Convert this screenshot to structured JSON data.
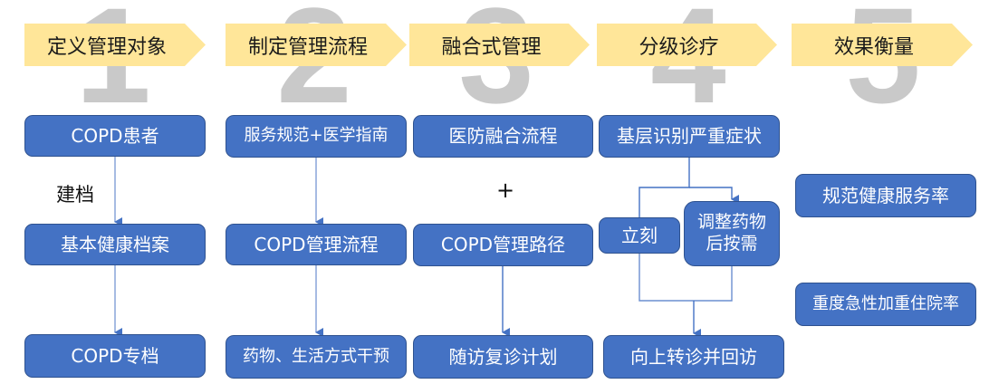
{
  "steps": [
    {
      "number": "1",
      "title": "定义管理对象"
    },
    {
      "number": "2",
      "title": "制定管理流程"
    },
    {
      "number": "3",
      "title": "融合式管理"
    },
    {
      "number": "4",
      "title": "分级诊疗"
    },
    {
      "number": "5",
      "title": "效果衡量"
    }
  ],
  "column1": {
    "top": "COPD患者",
    "edge_label": "建档",
    "middle": "基本健康档案",
    "bottom": "COPD专档"
  },
  "column2": {
    "top": "服务规范+医学指南",
    "middle": "COPD管理流程",
    "bottom": "药物、生活方式干预"
  },
  "column3": {
    "top": "医防融合流程",
    "operator": "+",
    "middle": "COPD管理路径",
    "bottom": "随访复诊计划"
  },
  "column4": {
    "top": "基层识别严重症状",
    "branch_left": "立刻",
    "branch_right": "调整药物\n后按需",
    "bottom": "向上转诊并回访"
  },
  "column5": {
    "metric1": "规范健康服务率",
    "metric2": "重度急性加重住院率"
  },
  "colors": {
    "header_fill": "#FFE699",
    "box_fill": "#4472C4",
    "box_border": "#2F528F",
    "numeral": "#C9C9C9",
    "connector": "#8FAADC"
  }
}
